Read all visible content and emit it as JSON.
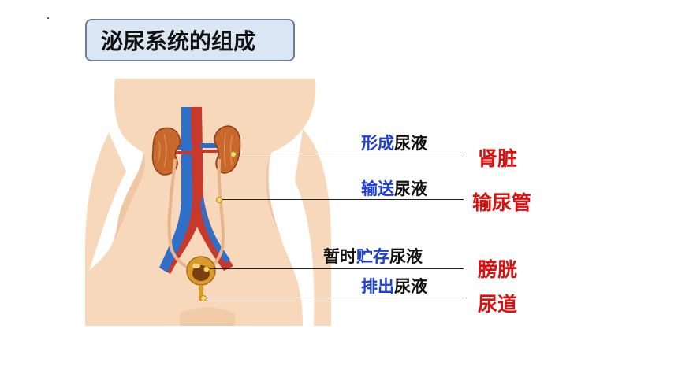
{
  "title": "泌尿系统的组成",
  "functions": [
    {
      "highlight": "形成",
      "rest": "尿液"
    },
    {
      "highlight": "输送",
      "rest": "尿液"
    },
    {
      "prefix": "暂时",
      "highlight": "贮存",
      "rest": "尿液"
    },
    {
      "highlight": "排出",
      "rest": "尿液"
    }
  ],
  "organs": [
    "肾脏",
    "输尿管",
    "膀胱",
    "尿道"
  ],
  "colors": {
    "title_bg": "#dbe6f4",
    "title_border": "#6b7f99",
    "highlight": "#1d3ed8",
    "organ": "#e10e0e",
    "skin": "#f8d8ba",
    "kidney": "#c8682c",
    "artery": "#c9392b",
    "vein": "#2f6fc8",
    "bladder": "#d89a2a"
  },
  "illustration": "human-torso-urinary-system"
}
